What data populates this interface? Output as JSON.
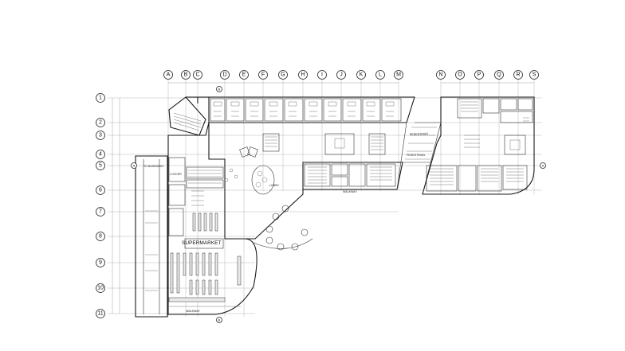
{
  "grid": {
    "columns": [
      "A",
      "B",
      "C",
      "D",
      "E",
      "F",
      "G",
      "H",
      "I",
      "J",
      "K",
      "L",
      "M",
      "N",
      "O",
      "P",
      "Q",
      "R",
      "S"
    ],
    "rows": [
      "1",
      "2",
      "3",
      "4",
      "5",
      "6",
      "7",
      "8",
      "9",
      "10",
      "11"
    ]
  },
  "labels": {
    "supermarket": "SUPERMARKET",
    "lobby": "LOBBY",
    "to_basement": "TO BASEMENT",
    "pedestrian_1": "PEDESTRIAN",
    "pedestrian_2": "PEDESTRIAN",
    "walkway_1": "WALKWAY",
    "walkway_2": "WALKWAY",
    "locker": "LOCKER",
    "section_a_left": "A",
    "section_a_right": "A",
    "section_b_top": "B",
    "section_b_bottom": "B"
  }
}
